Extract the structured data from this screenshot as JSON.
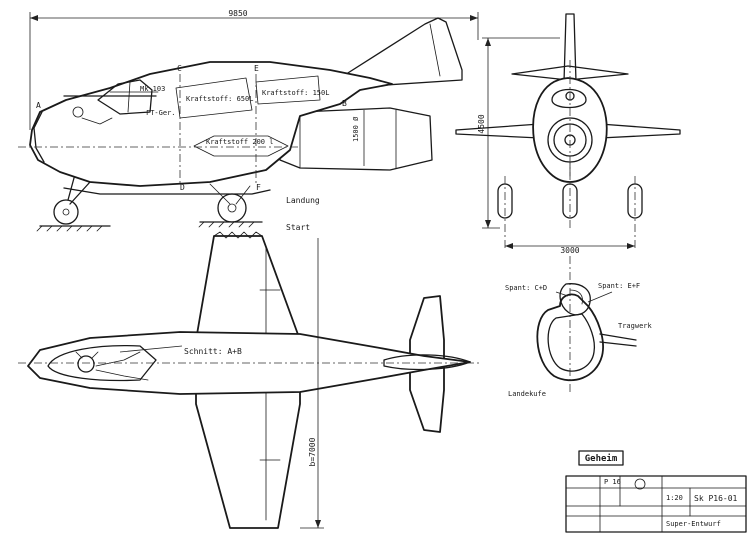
{
  "dimensions": {
    "length": "9850",
    "height": "4500",
    "track": "3000",
    "span": "b=7000",
    "diameter": "1500 Ø"
  },
  "side_view": {
    "section_marks": [
      "A",
      "B",
      "C",
      "D",
      "E",
      "F"
    ],
    "labels": {
      "gun": "Mk 103",
      "fuel_tank_1": "Kraftstoff: 650L",
      "fuel_tank_2": "Kraftstoff: 150L",
      "fuel_tank_3": "Kraftstoff 200 l",
      "gear_landing": "Landung",
      "gear_start": "Start",
      "fuse": "FT-Ger."
    }
  },
  "top_view": {
    "section_label": "Schnitt: A+B"
  },
  "section_view": {
    "label_cd": "Spant: C+D",
    "label_ef": "Spant: E+F",
    "label_wing": "Tragwerk",
    "label_skid": "Landekufe"
  },
  "title_block": {
    "stamp": "Geheim",
    "drawing_number": "Sk P16-01",
    "subtitle": "Super-Entwurf",
    "id_small": "P 16",
    "scale": "1:20"
  }
}
